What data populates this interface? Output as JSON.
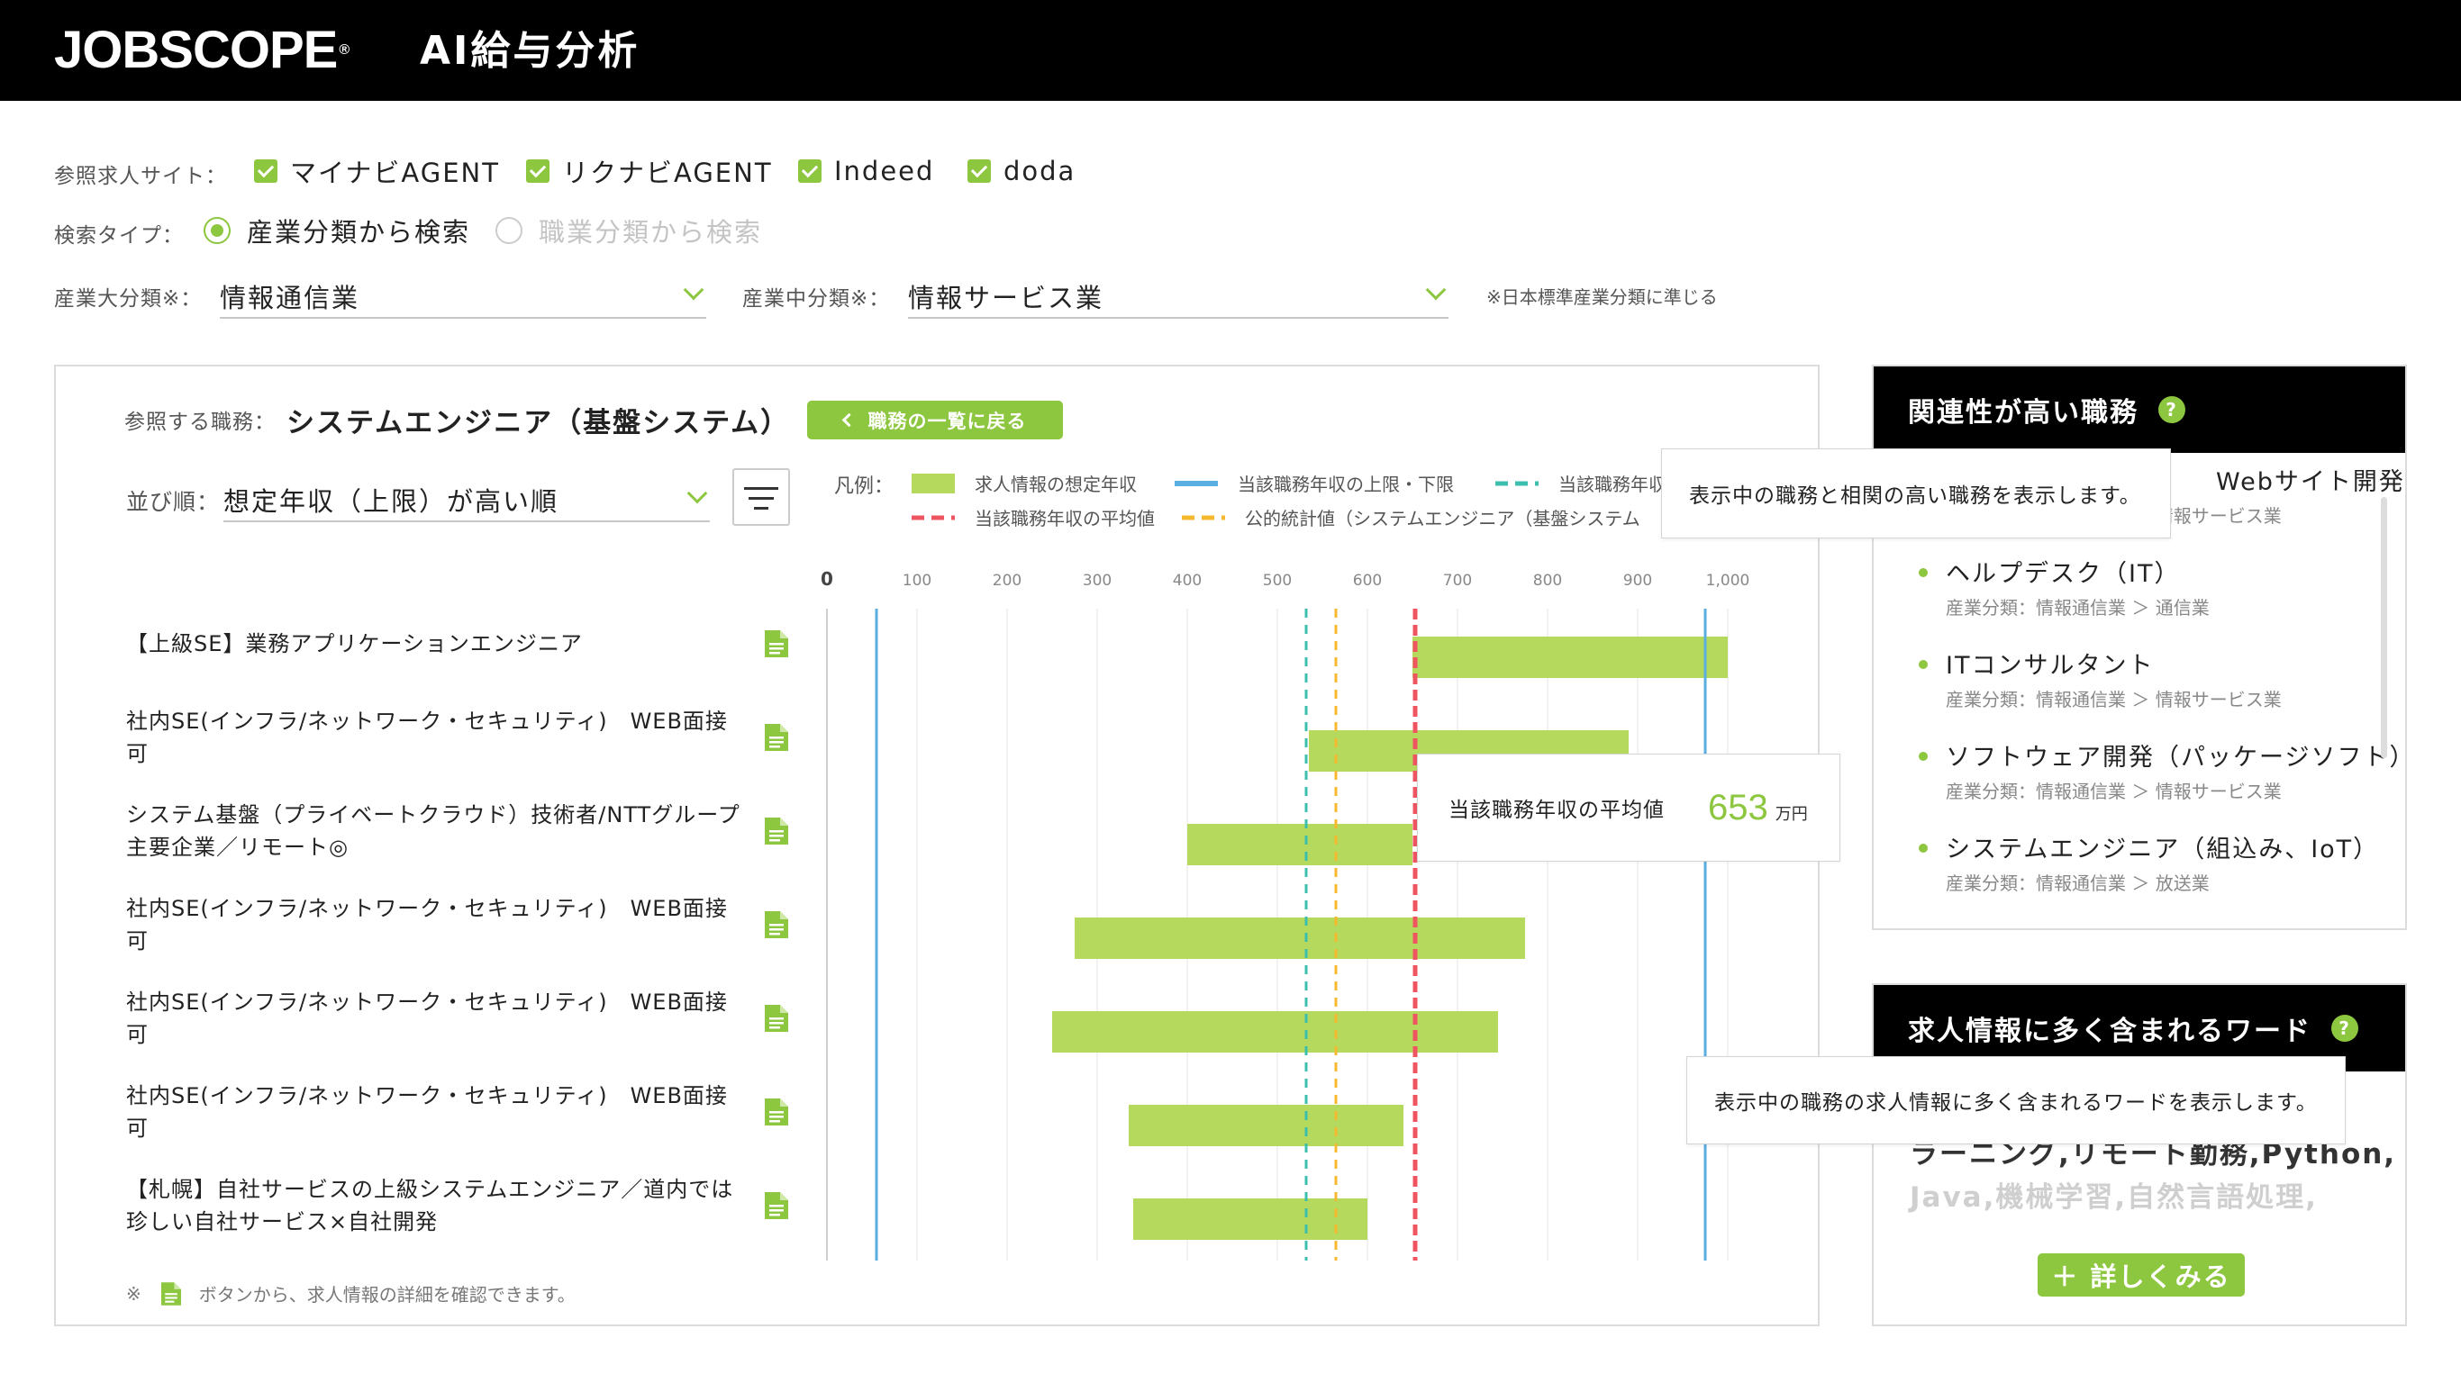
{
  "header": {
    "logo_text": "JOBSCOPE",
    "logo_mark": "®",
    "app_title": "AI給与分析"
  },
  "filters": {
    "sites_label": "参照求人サイト：",
    "sites": [
      "マイナビAGENT",
      "リクナビAGENT",
      "Indeed",
      "doda"
    ],
    "search_type_label": "検索タイプ：",
    "search_types": [
      {
        "label": "産業分類から検索",
        "selected": true
      },
      {
        "label": "職業分類から検索",
        "selected": false
      }
    ],
    "industry_major_label": "産業大分類※：",
    "industry_major_value": "情報通信業",
    "industry_mid_label": "産業中分類※：",
    "industry_mid_value": "情報サービス業",
    "industry_note": "※日本標準産業分類に準じる"
  },
  "main": {
    "role_label": "参照する職務：",
    "role_value": "システムエンジニア（基盤システム）",
    "back_label": "職務の一覧に戻る",
    "sort_label": "並び順：",
    "sort_value": "想定年収（上限）が高い順",
    "legend": {
      "label": "凡例：",
      "items": [
        "求人情報の想定年収",
        "当該職務年収の上限・下限",
        "当該職務年収",
        "当該職務年収の平均値",
        "公的統計値（システムエンジニア（基盤システム"
      ]
    },
    "jobs": [
      {
        "title": "【上級SE】業務アプリケーションエンジニア"
      },
      {
        "title": "社内SE(インフラ/ネットワーク・セキュリティ)　WEB面接可"
      },
      {
        "title": "システム基盤（プライベートクラウド）技術者/NTTグループ主要企業／リモート◎"
      },
      {
        "title": "社内SE(インフラ/ネットワーク・セキュリティ)　WEB面接可"
      },
      {
        "title": "社内SE(インフラ/ネットワーク・セキュリティ)　WEB面接可"
      },
      {
        "title": "社内SE(インフラ/ネットワーク・セキュリティ)　WEB面接可"
      },
      {
        "title": "【札幌】自社サービスの上級システムエンジニア／道内では珍しい自社サービス×自社開発"
      }
    ],
    "tooltip": {
      "label": "当該職務年収の平均値",
      "value": "653",
      "unit": "万円"
    },
    "footnote_mark": "※",
    "footnote": "ボタンから、求人情報の詳細を確認できます。"
  },
  "chart_data": {
    "type": "bar",
    "orientation": "horizontal-range",
    "x_ticks": [
      "0",
      "100",
      "200",
      "300",
      "400",
      "500",
      "600",
      "700",
      "800",
      "900",
      "1,000"
    ],
    "xlim": [
      0,
      1000
    ],
    "grid": true,
    "legend_position": "top",
    "series": [
      {
        "name": "求人情報の想定年収",
        "color": "#b5d95c",
        "ranges": [
          [
            650,
            1000
          ],
          [
            535,
            890
          ],
          [
            400,
            650
          ],
          [
            275,
            775
          ],
          [
            250,
            745
          ],
          [
            335,
            640
          ],
          [
            340,
            600
          ]
        ]
      }
    ],
    "reference_lines": [
      {
        "name": "当該職務年収の上限・下限",
        "style": "solid",
        "color": "#5aaee0",
        "values": [
          55,
          975
        ]
      },
      {
        "name": "当該職務年収",
        "style": "dashed",
        "color": "#3cbfae",
        "values": [
          532
        ]
      },
      {
        "name": "公的統計値（システムエンジニア（基盤システム",
        "style": "dashed",
        "color": "#f5b82e",
        "values": [
          565
        ]
      },
      {
        "name": "当該職務年収の平均値",
        "style": "dashed",
        "color": "#ef5461",
        "values": [
          653
        ]
      }
    ]
  },
  "related": {
    "title": "関連性が高い職務",
    "help": "?",
    "tooltip": "表示中の職務と相関の高い職務を表示します。",
    "partial_item": "Webサイト開発）",
    "items": [
      {
        "name": "",
        "sub": "産業分類：情報通信業 ＞ 情報サービス業"
      },
      {
        "name": "ヘルプデスク（IT）",
        "sub": "産業分類：情報通信業 ＞ 通信業"
      },
      {
        "name": "ITコンサルタント",
        "sub": "産業分類：情報通信業 ＞ 情報サービス業"
      },
      {
        "name": "ソフトウェア開発（パッケージソフト）",
        "sub": "産業分類：情報通信業 ＞ 情報サービス業"
      },
      {
        "name": "システムエンジニア（組込み、IoT）",
        "sub": "産業分類：情報通信業 ＞ 放送業"
      }
    ]
  },
  "words": {
    "title": "求人情報に多く含まれるワード",
    "help": "?",
    "tooltip": "表示中の職務の求人情報に多く含まれるワードを表示します。",
    "line1": "ラーニング,リモート勤務,Python,",
    "line2": "Java,機械学習,自然言語処理,",
    "more_label": "＋ 詳しくみる"
  },
  "colors": {
    "accent": "#8dc63f",
    "bar": "#b5d95c",
    "header_bg": "#000000"
  }
}
